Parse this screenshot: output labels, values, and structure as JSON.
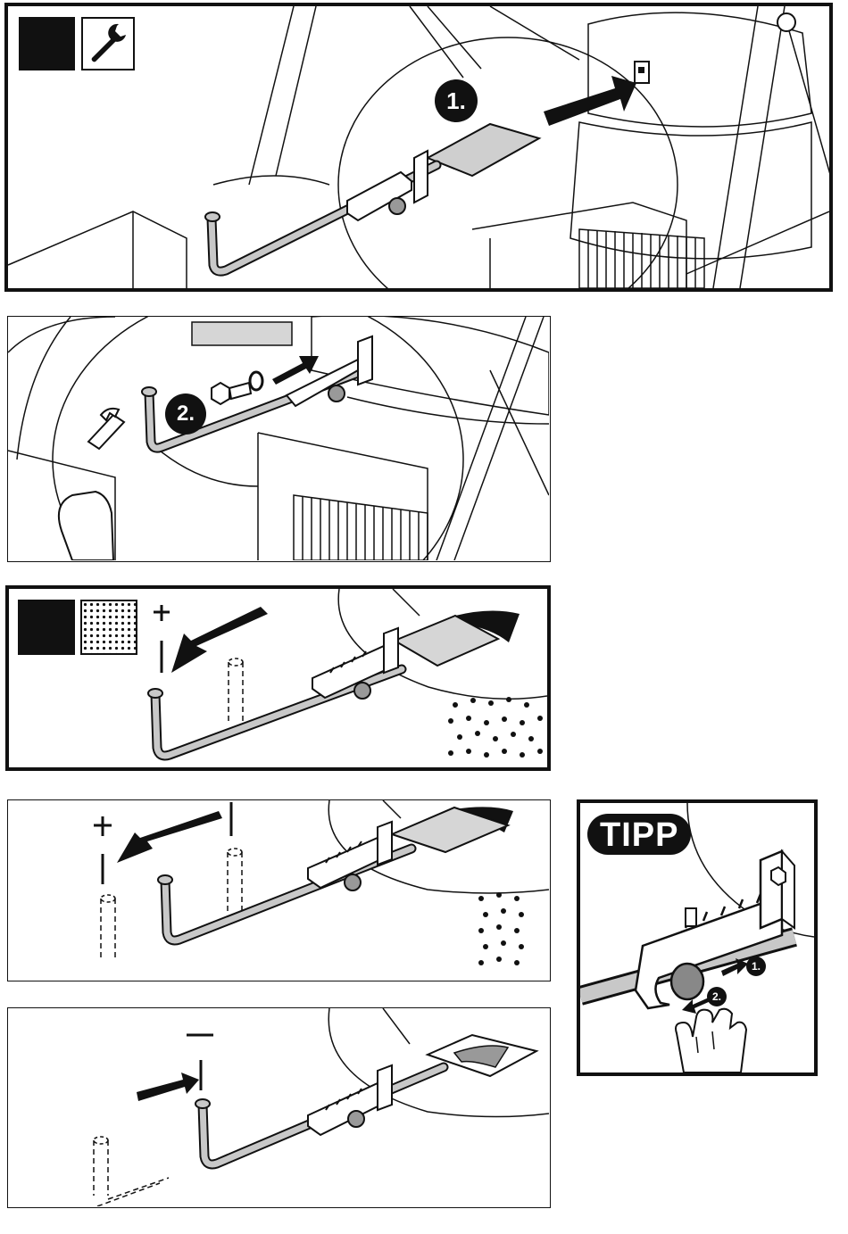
{
  "panel1": {
    "step_label": "1.",
    "tool_icon": "wrench-icon",
    "indicator": "black-square"
  },
  "panel2": {
    "step_label": "2.",
    "tool_icon": "wrench-in-hand"
  },
  "panel3": {
    "minus_label": "-",
    "plus_label": "+",
    "texture_icon": "dots-grass-icon",
    "indicator": "black-square"
  },
  "panel4": {
    "plus_label": "+",
    "minus_label": "-"
  },
  "panel5": {
    "minus_label": "-"
  },
  "tipp": {
    "title": "TIPP",
    "step1": "1.",
    "step2": "2."
  },
  "colors": {
    "ink": "#111111",
    "panel_fill": "#d6d6d6",
    "rod_fill": "#c8c8c8",
    "background": "#ffffff"
  }
}
